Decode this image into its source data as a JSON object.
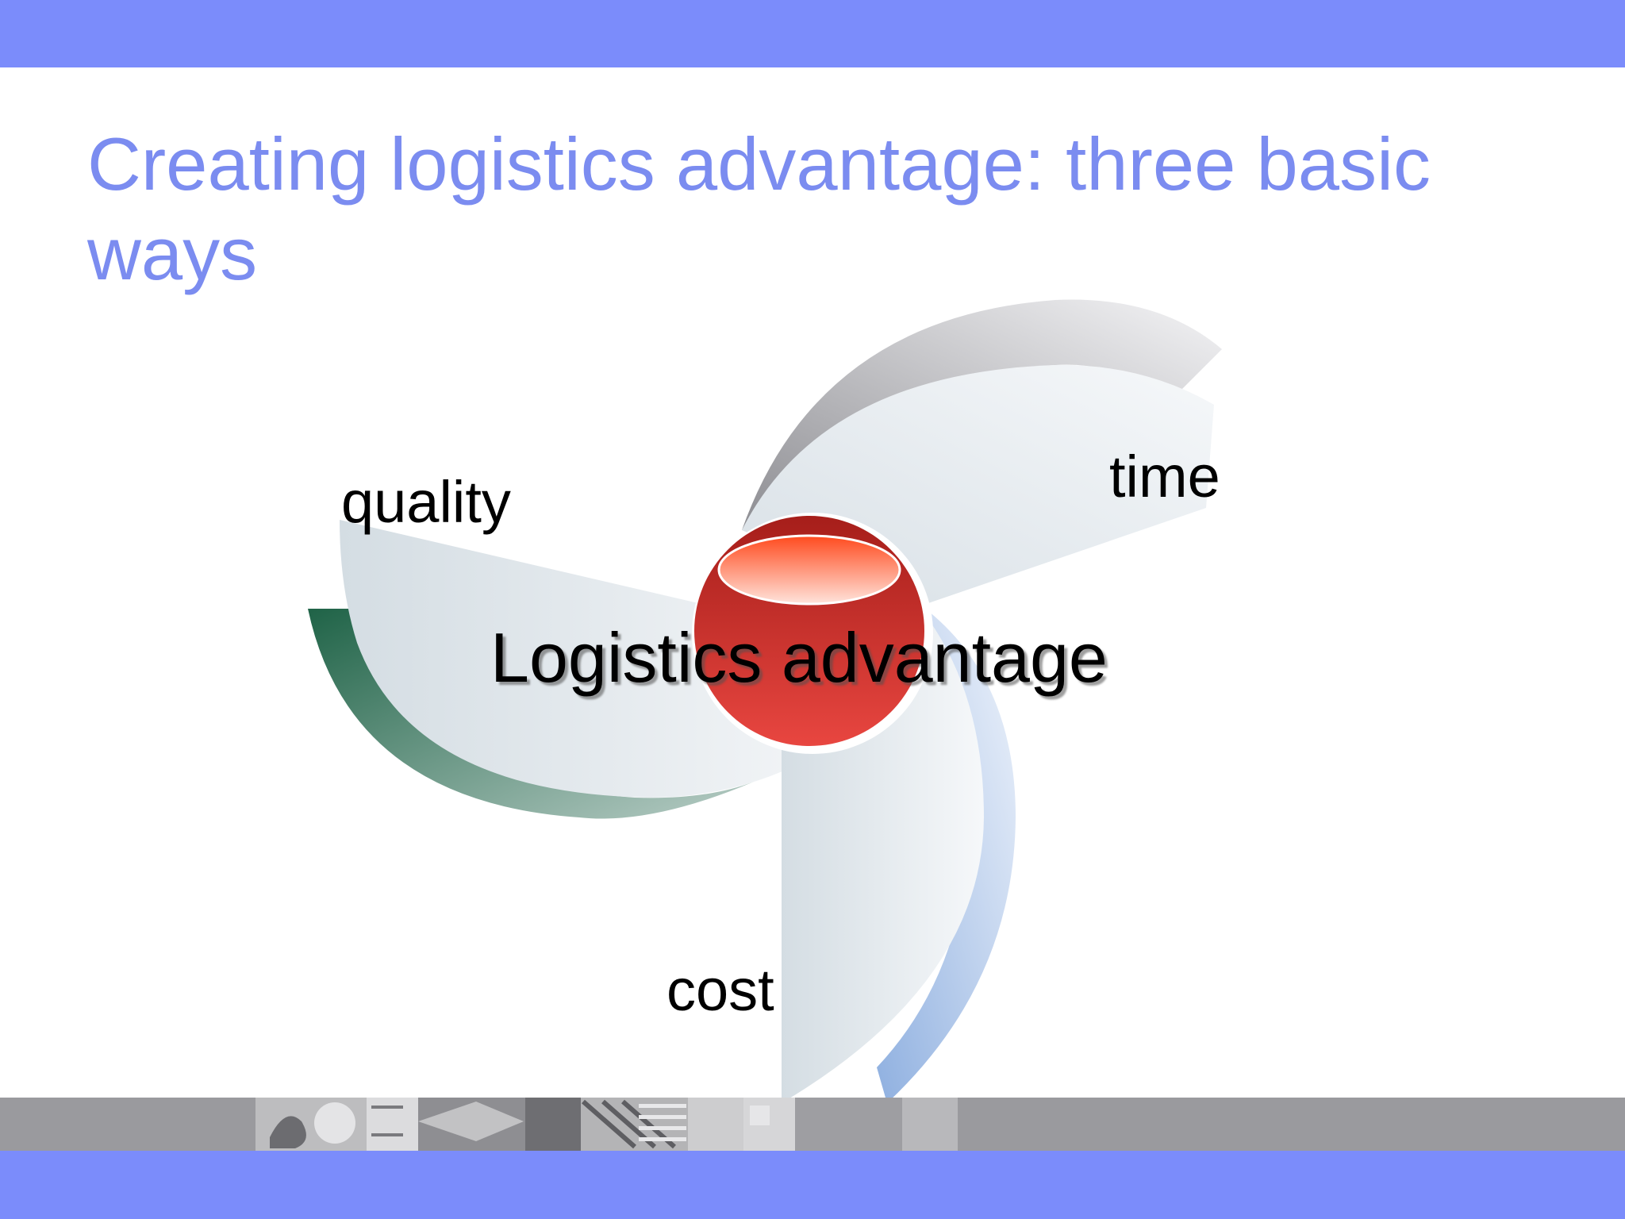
{
  "slide": {
    "title": "Creating logistics advantage: three basic ways"
  },
  "diagram": {
    "center_label": "Logistics advantage",
    "blades": [
      {
        "label": "quality",
        "accent_color": "#2e6b52"
      },
      {
        "label": "time",
        "accent_color": "#9a9aa0"
      },
      {
        "label": "cost",
        "accent_color": "#9fb8e6"
      }
    ],
    "hub_color": "#c8302c"
  },
  "colors": {
    "band": "#7b8cfb",
    "title": "#7b8cf0",
    "photo_strip": "#9a9a9e"
  },
  "icons": {
    "hub": "red-sphere-icon",
    "strip": "photo-strip-decoration"
  }
}
